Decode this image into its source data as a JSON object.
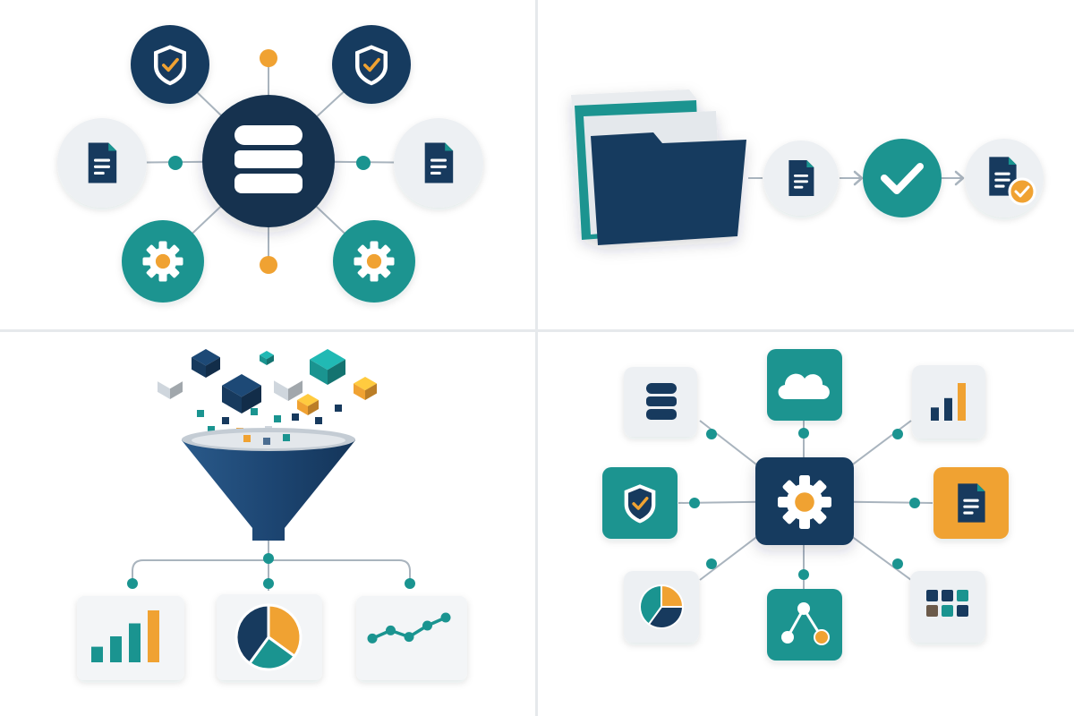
{
  "colors": {
    "navy": "#173a5e",
    "navy_dark": "#12314f",
    "teal": "#1a9490",
    "teal_light": "#23a8a2",
    "orange": "#f0a232",
    "light_bg": "#edf0f3",
    "card_bg": "#f3f5f7",
    "line": "#a9b4be",
    "grey_cube": "#cfd6dd",
    "divider": "#e3e6ea",
    "white": "#ffffff"
  },
  "panels": [
    {
      "id": "data-hub",
      "icons": [
        "database-icon",
        "shield-check-icon",
        "document-icon",
        "gear-icon"
      ]
    },
    {
      "id": "document-pipeline",
      "icons": [
        "folder-icon",
        "document-icon",
        "checkmark-icon",
        "document-approved-icon"
      ]
    },
    {
      "id": "data-funnel",
      "icons": [
        "cube-icon",
        "funnel-icon",
        "bar-chart-icon",
        "pie-chart-icon",
        "line-chart-icon"
      ]
    },
    {
      "id": "integration-hub",
      "icons": [
        "gear-icon",
        "cloud-icon",
        "bar-chart-icon",
        "shield-check-icon",
        "document-icon",
        "pie-chart-icon",
        "workflow-icon",
        "grid-icon",
        "database-icon"
      ]
    }
  ],
  "bar_chart": {
    "values": [
      0.3,
      0.5,
      0.75,
      1.0
    ]
  },
  "mini_bar_chart": {
    "values": [
      0.35,
      0.6,
      1.0
    ]
  },
  "pie_chart": {
    "slices": [
      0.35,
      0.25,
      0.4
    ]
  },
  "line_chart": {
    "points": [
      0.35,
      0.6,
      0.4,
      0.75,
      1.0
    ]
  }
}
